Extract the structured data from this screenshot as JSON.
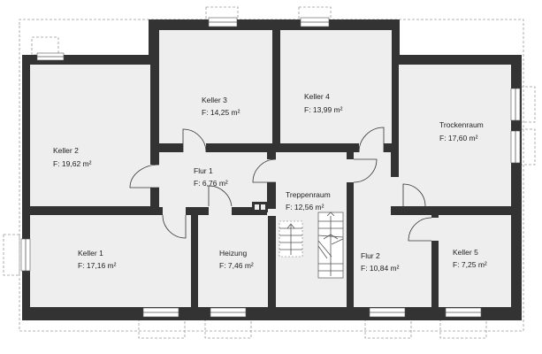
{
  "colors": {
    "wall": "#333333",
    "floor": "#eeeeee",
    "window": "#ffffff",
    "outline": "#9a9a9a"
  },
  "rooms": {
    "keller3": {
      "name": "Keller 3",
      "area": "F: 14,25 m²"
    },
    "keller4": {
      "name": "Keller 4",
      "area": "F: 13,99 m²"
    },
    "keller2": {
      "name": "Keller 2",
      "area": "F: 19,62 m²"
    },
    "trockenraum": {
      "name": "Trockenraum",
      "area": "F:   17,60 m²"
    },
    "flur1": {
      "name": "Flur 1",
      "area": "F: 6,76 m²"
    },
    "treppenraum": {
      "name": "Treppenraum",
      "area": "F:   12,56 m²"
    },
    "keller1": {
      "name": "Keller 1",
      "area": "F: 17,16 m²"
    },
    "heizung": {
      "name": "Heizung",
      "area": "F: 7,46 m²"
    },
    "flur2": {
      "name": "Flur 2",
      "area": "F: 10,84 m²"
    },
    "keller5": {
      "name": "Keller 5",
      "area": "F: 7,25 m²"
    }
  }
}
